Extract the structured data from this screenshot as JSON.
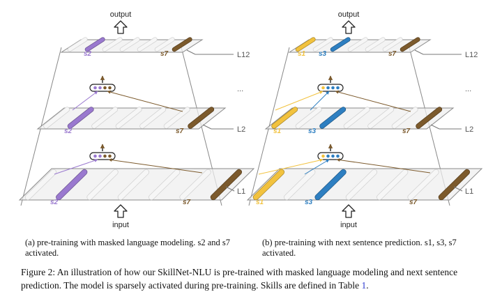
{
  "panels": [
    {
      "id": "a",
      "top_label": "output",
      "bottom_label": "input",
      "layer_labels": [
        "L12",
        "...",
        "L2",
        "L1"
      ],
      "skill_labels": [
        "s2",
        "s7"
      ],
      "active_colors": [
        "#9a79cf",
        "#7c5a2c"
      ],
      "caption": "(a) pre-training with masked language modeling. s2 and s7 activated."
    },
    {
      "id": "b",
      "top_label": "output",
      "bottom_label": "input",
      "layer_labels": [
        "L12",
        "...",
        "L2",
        "L1"
      ],
      "skill_labels": [
        "s1",
        "s3",
        "s7"
      ],
      "active_colors": [
        "#f2c23e",
        "#2e7fc1",
        "#7c5a2c"
      ],
      "caption": "(b) pre-training with next sentence prediction. s1, s3, s7 activated."
    }
  ],
  "figure_caption": {
    "text": "Figure 2: An illustration of how our SkillNet-NLU is pre-trained with masked language modeling and next sentence prediction. The model is sparsely activated during pre-training. Skills are defined in Table ",
    "ref": "1",
    "end": "."
  }
}
